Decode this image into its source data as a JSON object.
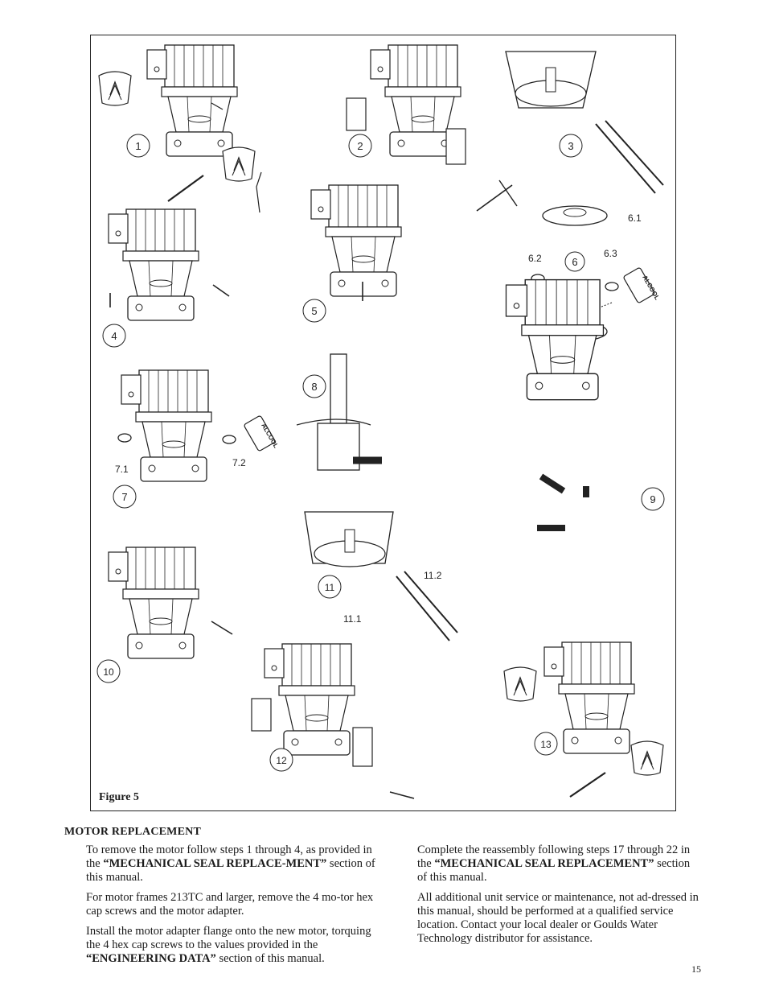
{
  "figure": {
    "caption": "Figure 5",
    "steps": [
      "1",
      "2",
      "3",
      "4",
      "5",
      "6",
      "7",
      "8",
      "9",
      "10",
      "11",
      "12",
      "13"
    ],
    "sub_labels": {
      "s6_1": "6.1",
      "s6_2": "6.2",
      "s6_3": "6.3",
      "s7_1": "7.1",
      "s7_2": "7.2",
      "s11_1": "11.1",
      "s11_2": "11.2"
    },
    "alcool_label": "ALCOOL"
  },
  "section": {
    "heading": "MOTOR REPLACEMENT",
    "left": {
      "p1": {
        "a": "To remove the motor follow steps 1 through 4, as provided in the ",
        "b": "“MECHANICAL SEAL REPLACE-MENT”",
        "c": " section of this manual."
      },
      "p2": "For motor frames 213TC and larger, remove the 4 mo-tor hex cap screws and the motor adapter.",
      "p3": {
        "a": "Install the motor adapter flange onto the new motor, torquing the 4 hex cap screws to the values provided in the ",
        "b": "“ENGINEERING DATA”",
        "c": " section of this manual."
      }
    },
    "right": {
      "p1": {
        "a": "Complete the reassembly following steps 17 through 22 in the ",
        "b": "“MECHANICAL SEAL REPLACEMENT”",
        "c": " section of this manual."
      },
      "p2": "All additional unit service or maintenance, not ad-dressed in this manual, should be performed at a qualified service location. Contact your local dealer or Goulds Water Technology distributor for assistance."
    }
  },
  "page_number": "15"
}
